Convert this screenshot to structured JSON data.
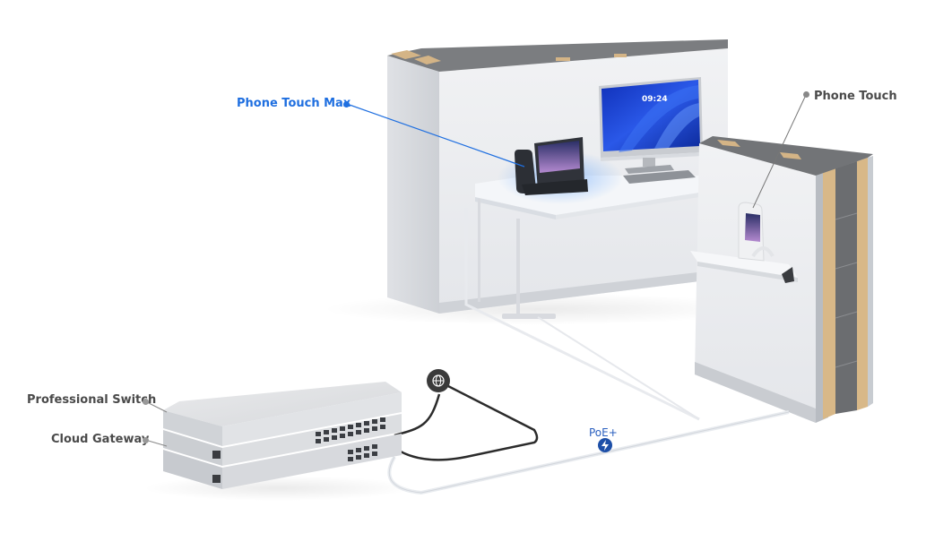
{
  "diagram": {
    "title": "",
    "colors": {
      "accent_blue": "#1f6fe0",
      "label_gray": "#4a4a4a",
      "poe_badge": "#1d4fa8",
      "globe_badge": "#3a3a3a",
      "wall_white": "#eceef1",
      "insulation_tan": "#d8b888",
      "brick_gray": "#6e6e6e",
      "monitor_blue": "#1c3fd0"
    },
    "labels": {
      "phone_touch_max": "Phone Touch Max",
      "phone_touch": "Phone Touch",
      "professional_switch": "Professional Switch",
      "cloud_gateway": "Cloud Gateway",
      "poe": "PoE+"
    },
    "monitor": {
      "clock": "09:24"
    },
    "icons": {
      "internet": "globe-icon",
      "poe": "lightning-bolt-icon"
    }
  }
}
